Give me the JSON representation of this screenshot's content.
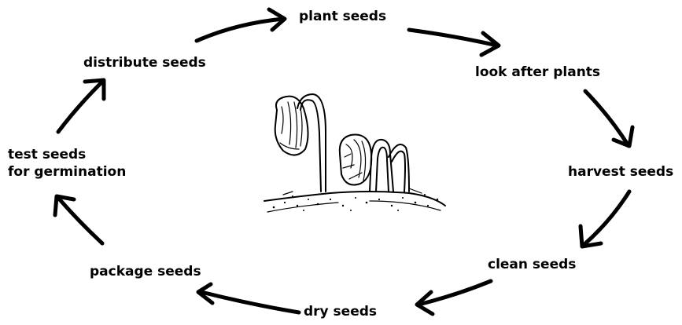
{
  "cycle": {
    "stages": {
      "plant": "plant seeds",
      "look_after": "look after plants",
      "harvest": "harvest seeds",
      "clean": "clean seeds",
      "dry": "dry seeds",
      "package": "package seeds",
      "test_line1": "test seeds",
      "test_line2": "for germination",
      "distribute": "distribute seeds"
    }
  }
}
